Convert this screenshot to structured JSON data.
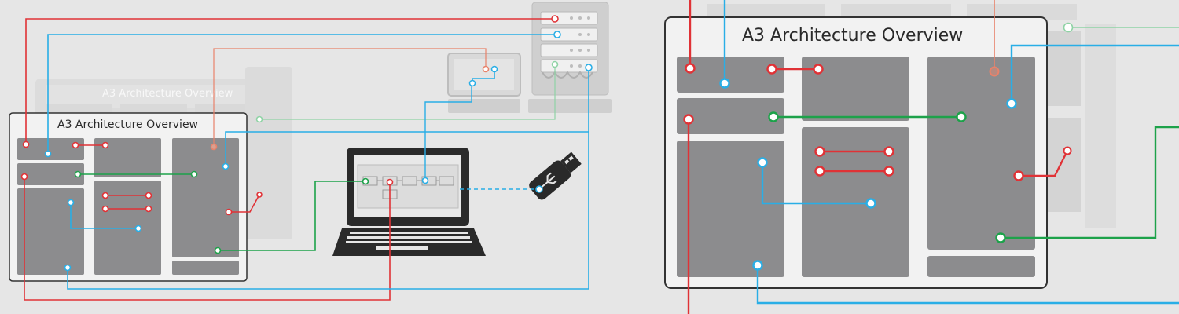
{
  "left_panel": {
    "title": "A3 Architecture Overview",
    "ghost_title": "A3 Architecture Overview"
  },
  "right_panel": {
    "title": "A3 Architecture Overview"
  },
  "colors": {
    "background": "#e6e6e6",
    "panel_block": "#8c8c8e",
    "ghost_block": "#d9d9d9",
    "red_line": "#e03236",
    "blue_line": "#29aee6",
    "green_line": "#1da24a",
    "salmon_line": "#e8826a",
    "pale_green_line": "#8fd3a5",
    "laptop": "#2a2a2a",
    "usb": "#2a2a2a"
  },
  "icons": [
    "laptop-icon",
    "usb-drive-icon",
    "server-rack-icon",
    "monitor-icon"
  ]
}
